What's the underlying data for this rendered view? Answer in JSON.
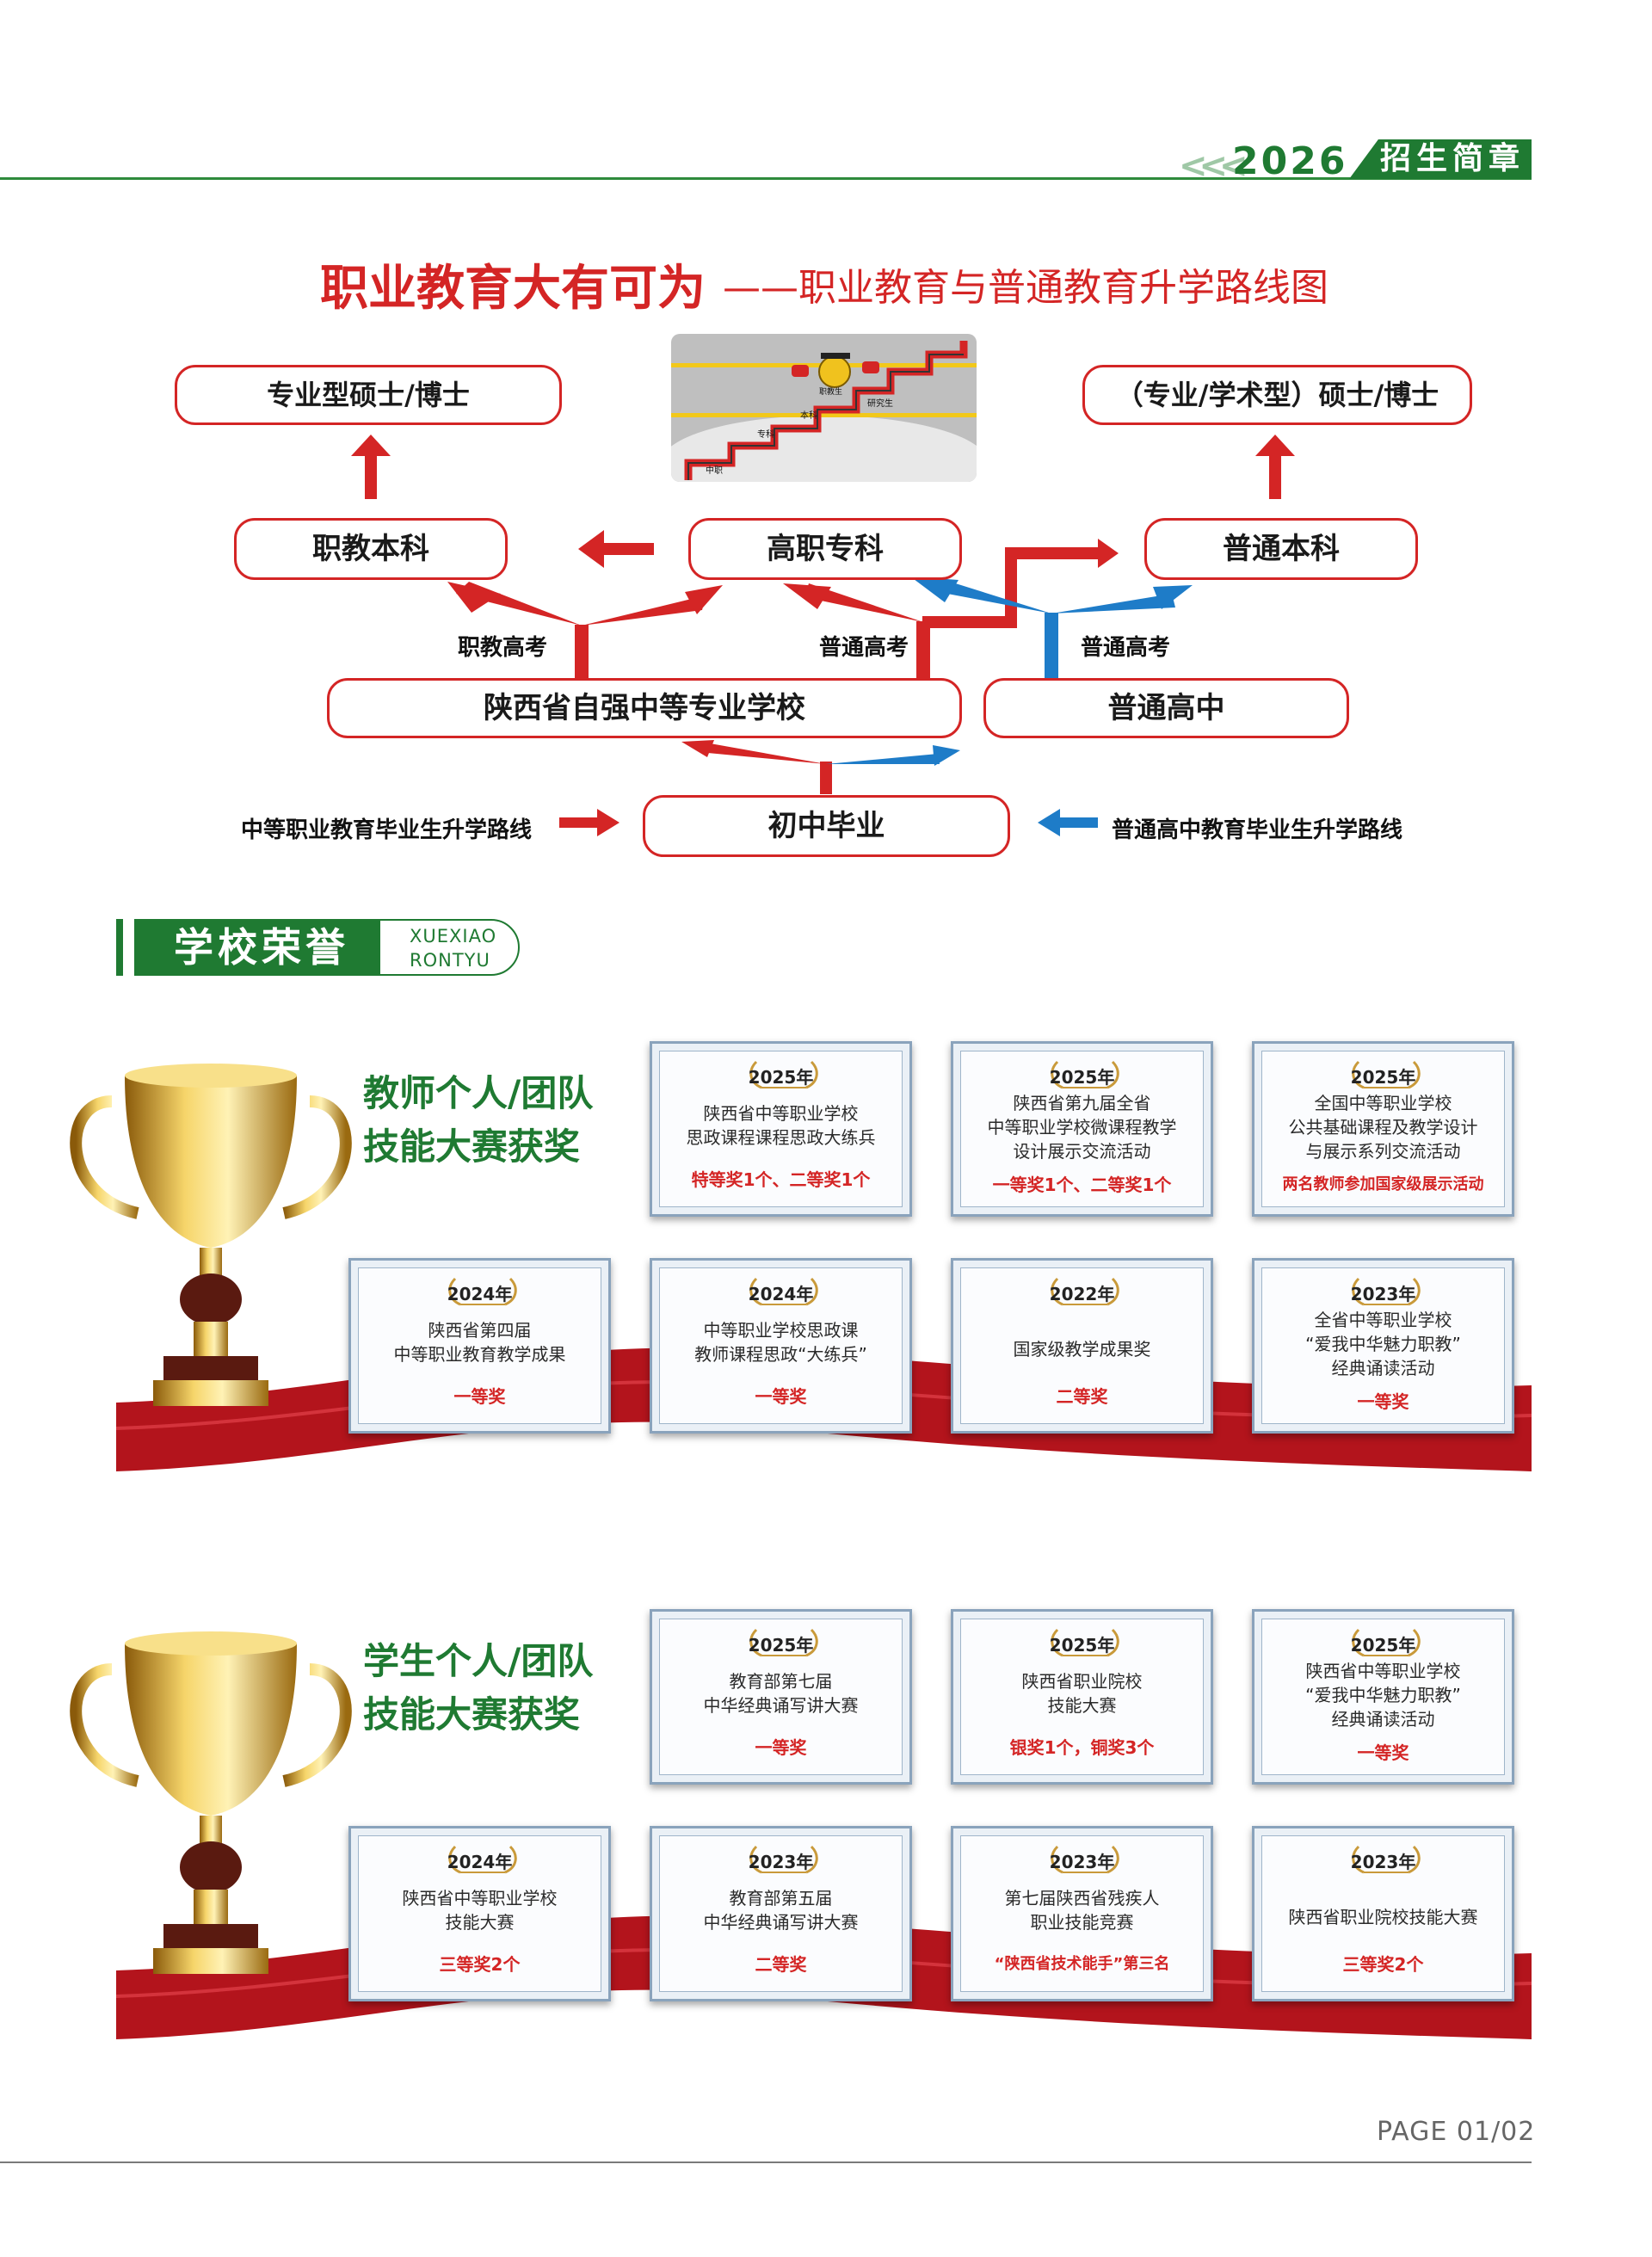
{
  "header": {
    "year": "2026",
    "tag": "招生简章"
  },
  "title": {
    "main": "职业教育大有可为",
    "sub": "——职业教育与普通教育升学路线图"
  },
  "diagram": {
    "nodes": {
      "master_professional": "专业型硕士/博士",
      "master_academic": "（专业/学术型）硕士/博士",
      "vocational_bachelor": "职教本科",
      "higher_vocational": "高职专科",
      "regular_bachelor": "普通本科",
      "school": "陕西省自强中等专业学校",
      "regular_high": "普通高中",
      "junior_grad": "初中毕业"
    },
    "arrow_labels": {
      "vocational_exam": "职教高考",
      "regular_exam_left": "普通高考",
      "regular_exam_right": "普通高考"
    },
    "illustration_labels": {
      "zhongzhi": "中职",
      "zhuanke": "专科",
      "benke": "本科",
      "yanjiusheng": "研究生",
      "zhijiaosheng": "职教生"
    },
    "legend": {
      "red": "中等职业教育毕业生升学路线",
      "blue": "普通高中教育毕业生升学路线"
    },
    "colors": {
      "red": "#d42525",
      "blue": "#1e7cc8"
    }
  },
  "section": {
    "title": "学校荣誉",
    "pinyin_line1": "XUEXIAO",
    "pinyin_line2": "RONTYU"
  },
  "teacher_band": {
    "title_line1": "教师个人/团队",
    "title_line2": "技能大赛获奖",
    "cards": [
      {
        "year": "2025年",
        "lines": [
          "陕西省中等职业学校",
          "思政课程课程思政大练兵"
        ],
        "award": "特等奖1个、二等奖1个"
      },
      {
        "year": "2025年",
        "lines": [
          "陕西省第九届全省",
          "中等职业学校微课程教学",
          "设计展示交流活动"
        ],
        "award": "一等奖1个、二等奖1个"
      },
      {
        "year": "2025年",
        "lines": [
          "全国中等职业学校",
          "公共基础课程及教学设计",
          "与展示系列交流活动"
        ],
        "award": "两名教师参加国家级展示活动"
      },
      {
        "year": "2024年",
        "lines": [
          "陕西省第四届",
          "中等职业教育教学成果"
        ],
        "award": "一等奖"
      },
      {
        "year": "2024年",
        "lines": [
          "中等职业学校思政课",
          "教师课程思政“大练兵”"
        ],
        "award": "一等奖"
      },
      {
        "year": "2022年",
        "lines": [
          "国家级教学成果奖"
        ],
        "award": "二等奖"
      },
      {
        "year": "2023年",
        "lines": [
          "全省中等职业学校",
          "“爱我中华魅力职教”",
          "经典诵读活动"
        ],
        "award": "一等奖"
      }
    ]
  },
  "student_band": {
    "title_line1": "学生个人/团队",
    "title_line2": "技能大赛获奖",
    "cards": [
      {
        "year": "2025年",
        "lines": [
          "教育部第七届",
          "中华经典诵写讲大赛"
        ],
        "award": "一等奖"
      },
      {
        "year": "2025年",
        "lines": [
          "陕西省职业院校",
          "技能大赛"
        ],
        "award": "银奖1个，铜奖3个"
      },
      {
        "year": "2025年",
        "lines": [
          "陕西省中等职业学校",
          "“爱我中华魅力职教”",
          "经典诵读活动"
        ],
        "award": "一等奖"
      },
      {
        "year": "2024年",
        "lines": [
          "陕西省中等职业学校",
          "技能大赛"
        ],
        "award": "三等奖2个"
      },
      {
        "year": "2023年",
        "lines": [
          "教育部第五届",
          "中华经典诵写讲大赛"
        ],
        "award": "二等奖"
      },
      {
        "year": "2023年",
        "lines": [
          "第七届陕西省残疾人",
          "职业技能竞赛"
        ],
        "award": "“陕西省技术能手”第三名"
      },
      {
        "year": "2023年",
        "lines": [
          "陕西省职业院校技能大赛"
        ],
        "award": "三等奖2个"
      }
    ]
  },
  "footer": {
    "page": "PAGE 01/02"
  }
}
